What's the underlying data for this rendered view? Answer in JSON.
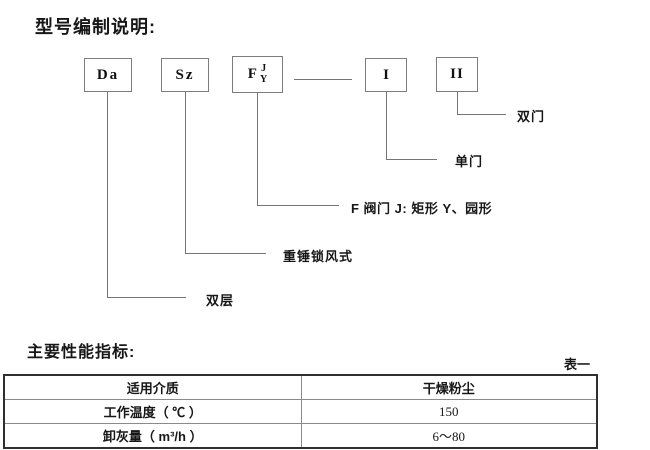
{
  "title": "型号编制说明:",
  "diagram": {
    "boxes": {
      "da": "Da",
      "sz": "Sz",
      "f": {
        "main": "F",
        "top": "J",
        "bottom": "Y"
      },
      "one": "I",
      "two": "II"
    },
    "labels": {
      "double_door": "双门",
      "single_door": "单门",
      "valve": "F 阀门 J: 矩形 Y、园形",
      "hammer": "重锤锁风式",
      "double_layer": "双层"
    }
  },
  "performance": {
    "section_title": "主要性能指标:",
    "table_note": "表一",
    "table": {
      "rows": [
        {
          "param": "适用介质",
          "value": "干燥粉尘"
        },
        {
          "param": "工作温度（ ℃ ）",
          "value": "150"
        },
        {
          "param": "卸灰量（ m³/h ）",
          "value": "6～80"
        }
      ]
    }
  },
  "colors": {
    "line": "#757575",
    "text": "#171717",
    "table_outer_border": "#2f2f2f",
    "table_inner_border": "#8a8a8a",
    "background": "#ffffff"
  }
}
